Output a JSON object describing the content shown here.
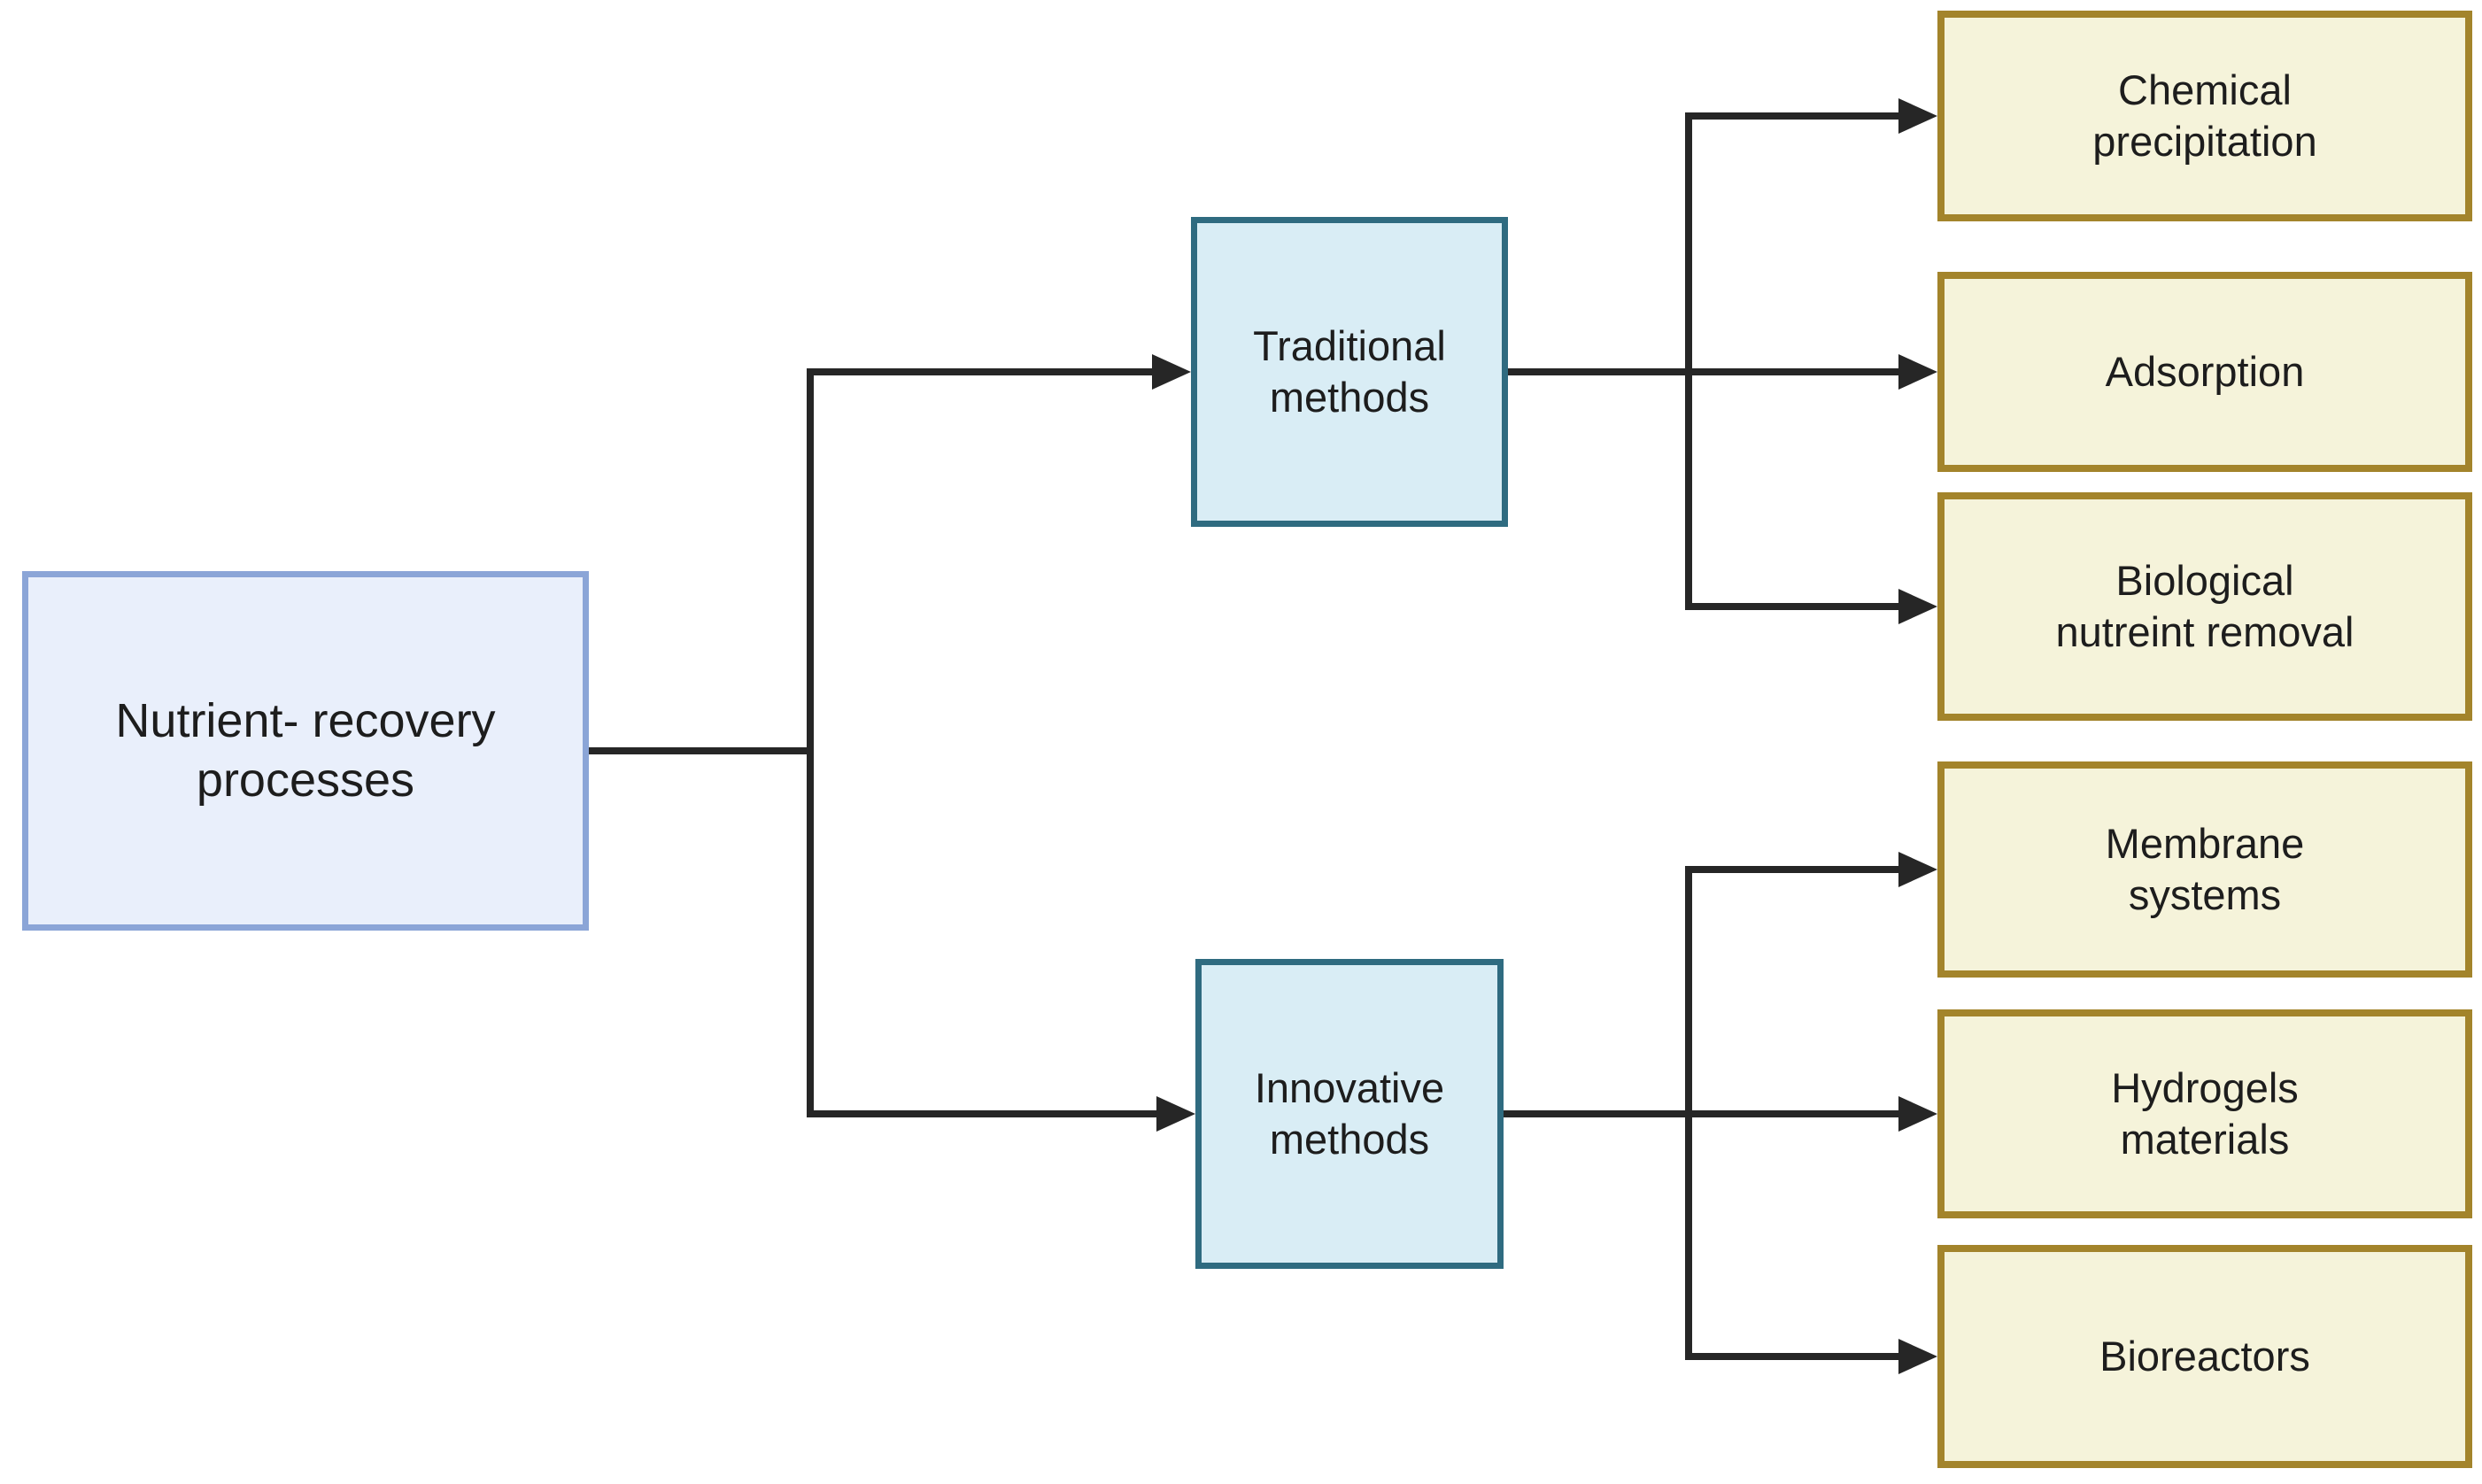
{
  "diagram": {
    "type": "flowchart",
    "background": "#ffffff",
    "line_color": "#262626",
    "text_color": "#1d1d1d",
    "nodes": {
      "root": {
        "label": "Nutrient- recovery\nprocesses",
        "fill": "#e9effb",
        "border": "#8ba5d7"
      },
      "traditional": {
        "label": "Traditional\nmethods",
        "fill": "#d9edf5",
        "border": "#2f6b80"
      },
      "innovative": {
        "label": "Innovative\nmethods",
        "fill": "#d9edf5",
        "border": "#2f6b80"
      },
      "chemical_precipitation": {
        "label": "Chemical\nprecipitation",
        "fill": "#f5f3da",
        "border": "#a3842b"
      },
      "adsorption": {
        "label": "Adsorption",
        "fill": "#f5f3da",
        "border": "#a3842b"
      },
      "biological_nutrient_removal": {
        "label": "Biological\nnutreint removal",
        "fill": "#f5f3da",
        "border": "#a3842b"
      },
      "membrane_systems": {
        "label": "Membrane\nsystems",
        "fill": "#f5f3da",
        "border": "#a3842b"
      },
      "hydrogels_materials": {
        "label": "Hydrogels\nmaterials",
        "fill": "#f5f3da",
        "border": "#a3842b"
      },
      "bioreactors": {
        "label": "Bioreactors",
        "fill": "#f5f3da",
        "border": "#a3842b"
      }
    },
    "edges": [
      {
        "from": "root",
        "to": "traditional"
      },
      {
        "from": "root",
        "to": "innovative"
      },
      {
        "from": "traditional",
        "to": "chemical_precipitation"
      },
      {
        "from": "traditional",
        "to": "adsorption"
      },
      {
        "from": "traditional",
        "to": "biological_nutrient_removal"
      },
      {
        "from": "innovative",
        "to": "membrane_systems"
      },
      {
        "from": "innovative",
        "to": "hydrogels_materials"
      },
      {
        "from": "innovative",
        "to": "bioreactors"
      }
    ]
  }
}
